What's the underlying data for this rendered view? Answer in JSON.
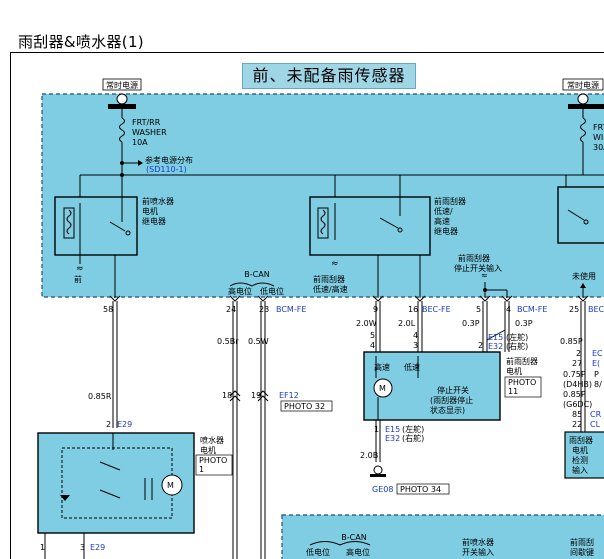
{
  "page_title": "雨刮器&喷水器(1)",
  "section_title": "前、未配备雨传感器",
  "power": {
    "label_left": "常时电源",
    "label_right": "常时电源",
    "fuse_left_lines": [
      "FRT/RR",
      "WASHER",
      "10A"
    ],
    "fuse_right_lines": [
      "FRT",
      "WI",
      "30A"
    ],
    "ref_label": "参考电源分布",
    "ref_code": "(SD110-1)"
  },
  "relays": {
    "washer_relay": [
      "前喷水器",
      "电机",
      "继电器"
    ],
    "washer_relay_gnd": "前",
    "wiper_relay": [
      "前雨刮器",
      "低速/",
      "高速",
      "继电器"
    ],
    "wiper_relay_gnd": [
      "前雨刮器",
      "低速/高速"
    ],
    "stop_switch_input": [
      "前雨刮器",
      "停止开关输入"
    ],
    "unused": "未使用"
  },
  "bcan_top": {
    "title": "B-CAN",
    "high": "高电位",
    "low": "低电位"
  },
  "bcm_pins": {
    "p58": "58",
    "p24": "24",
    "p23": "23",
    "bcm_fe_1": "BCM-FE",
    "p9": "9",
    "p16": "16",
    "bec_fe": "BEC-FE",
    "p5": "5",
    "p4": "4",
    "bcm_fe_2": "BCM-FE",
    "p25": "25",
    "bec_right": "BEC"
  },
  "wires": {
    "w_085r": "0.85R",
    "w_05br": "0.5Br",
    "w_05w": "0.5W",
    "w_20w": "2.0W",
    "w_20l": "2.0L",
    "w_03p_a": "0.3P",
    "w_03p_b": "0.3P",
    "w_085p": "0.85P",
    "w_20b": "2.0B"
  },
  "ef12": {
    "p18": "18",
    "p19": "19",
    "code": "EF12",
    "photo": "PHOTO 32"
  },
  "motor": {
    "e15_pins": [
      "5",
      "4"
    ],
    "e15_pins2": [
      "4",
      "3",
      "2"
    ],
    "e15_code": "E15",
    "e15_note": "(左舵)",
    "e32_code": "E32",
    "e32_note": "(右舵)",
    "label_lines": [
      "前雨刮器",
      "电机"
    ],
    "photo": [
      "PHOTO",
      "11"
    ],
    "high": "高速",
    "low": "低速",
    "stop_switch": [
      "停止开关",
      "(雨刮器停止",
      "状态显示)"
    ],
    "gnd_pin": "1",
    "gnd_e15": "E15",
    "gnd_e15_note": "(左舵)",
    "gnd_e32": "E32",
    "gnd_e32_note": "(右舵)",
    "gnd_code": "GE08",
    "gnd_photo": "PHOTO 34"
  },
  "washer_motor": {
    "pin_top": "2",
    "conn": "E29",
    "label": [
      "喷水器",
      "电机"
    ],
    "photo": [
      "PHOTO",
      "1"
    ],
    "pin_b1": "1",
    "pin_b3": "3",
    "conn_b": "E29"
  },
  "right_side": {
    "pins": [
      "2",
      "27",
      "0.75P",
      "(D4HB)",
      "0.85P",
      "(G6DC)",
      "85",
      "22"
    ],
    "codes": [
      "EC",
      "E(",
      "P",
      "8/",
      "CR",
      "CL"
    ],
    "label": [
      "雨刮器",
      "电机",
      "检测",
      "输入"
    ]
  },
  "bottom_box": {
    "bcan": "B-CAN",
    "low": "低电位",
    "high": "高电位",
    "washer_input": [
      "前喷水器",
      "开关输入"
    ],
    "wiper_input": [
      "前雨刮",
      "间歇键"
    ]
  }
}
